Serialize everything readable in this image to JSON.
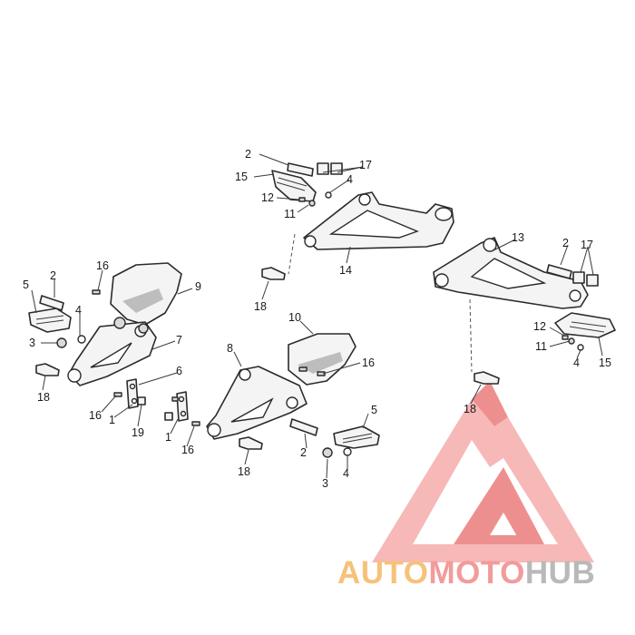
{
  "callouts": {
    "c1a": "1",
    "c1b": "1",
    "c2a": "2",
    "c2b": "2",
    "c2c": "2",
    "c2d": "2",
    "c3a": "3",
    "c3b": "3",
    "c4a": "4",
    "c4b": "4",
    "c4c": "4",
    "c4d": "4",
    "c5a": "5",
    "c5b": "5",
    "c6": "6",
    "c7": "7",
    "c8": "8",
    "c9": "9",
    "c10": "10",
    "c11a": "11",
    "c11b": "11",
    "c12a": "12",
    "c12b": "12",
    "c13": "13",
    "c14": "14",
    "c15a": "15",
    "c15b": "15",
    "c16a": "16",
    "c16b": "16",
    "c16c": "16",
    "c16d": "16",
    "c17a": "17",
    "c17b": "17",
    "c18a": "18",
    "c18b": "18",
    "c18c": "18",
    "c18d": "18",
    "c19": "19"
  },
  "watermark": {
    "part1": "AUTO",
    "part2": "MOTO",
    "part3": "HUB",
    "colors": {
      "auto": "#f6c27a",
      "moto": "#f29b9b",
      "hub": "#b9b9b9",
      "logo": "#ee8f8f"
    }
  }
}
